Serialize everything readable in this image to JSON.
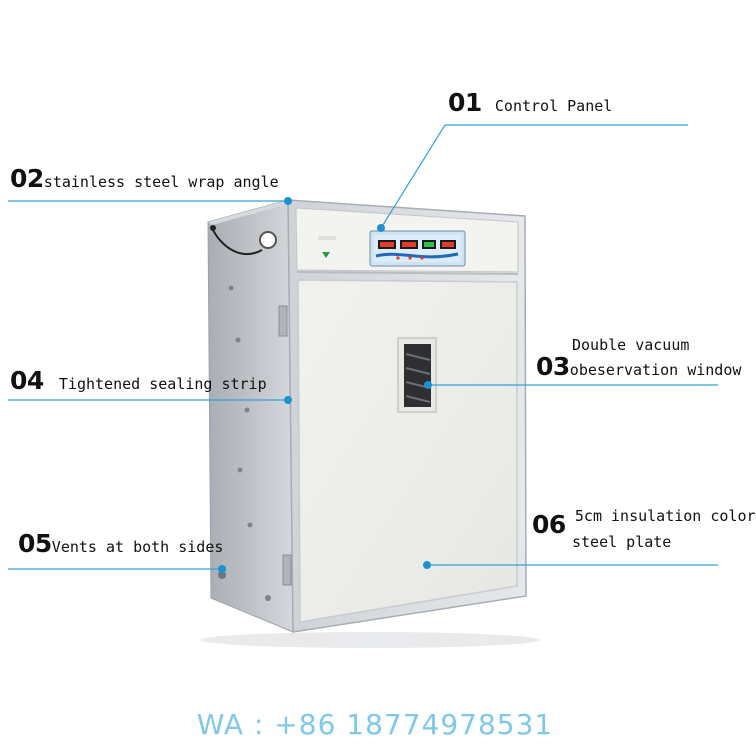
{
  "image": {
    "subject": "Egg incubator cabinet",
    "accent_color": "#1e90d0",
    "line_color": "#35a0d8"
  },
  "callouts": [
    {
      "number": "01",
      "text": "Control Panel"
    },
    {
      "number": "02",
      "text": "stainless steel wrap angle"
    },
    {
      "number": "03",
      "text_line1": "Double vacuum",
      "text_line2": "obeservation window"
    },
    {
      "number": "04",
      "text": "Tightened sealing strip"
    },
    {
      "number": "05",
      "text": "Vents at both sides"
    },
    {
      "number": "06",
      "text_line1": "5cm insulation color",
      "text_line2": "steel plate"
    }
  ],
  "contact": "WA : +86 18774978531"
}
